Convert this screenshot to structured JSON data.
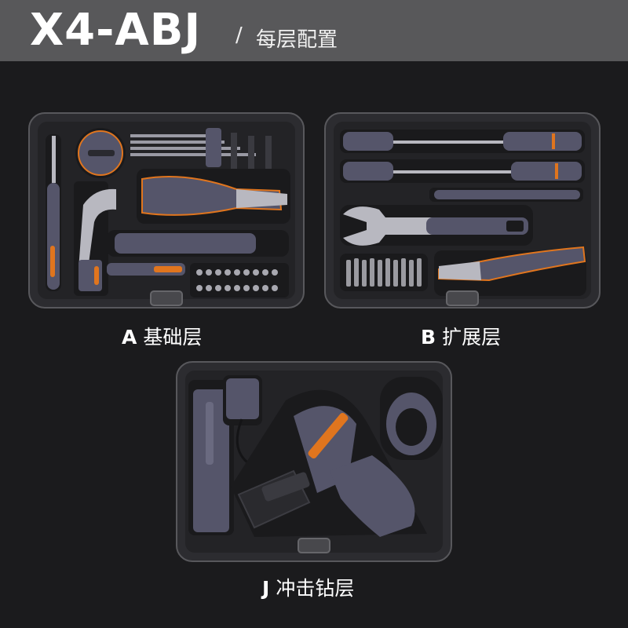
{
  "header": {
    "model": "X4-ABJ",
    "separator": "/",
    "subtitle": "每层配置"
  },
  "layers": [
    {
      "code": "A",
      "name": "基础层"
    },
    {
      "code": "B",
      "name": "扩展层"
    },
    {
      "code": "J",
      "name": "冲击钻层"
    }
  ],
  "colors": {
    "header_bg": "#58585a",
    "page_bg": "#1b1b1d",
    "tray": "#3e3e42",
    "tool_body": "#55556a",
    "accent_orange": "#e0751e"
  }
}
